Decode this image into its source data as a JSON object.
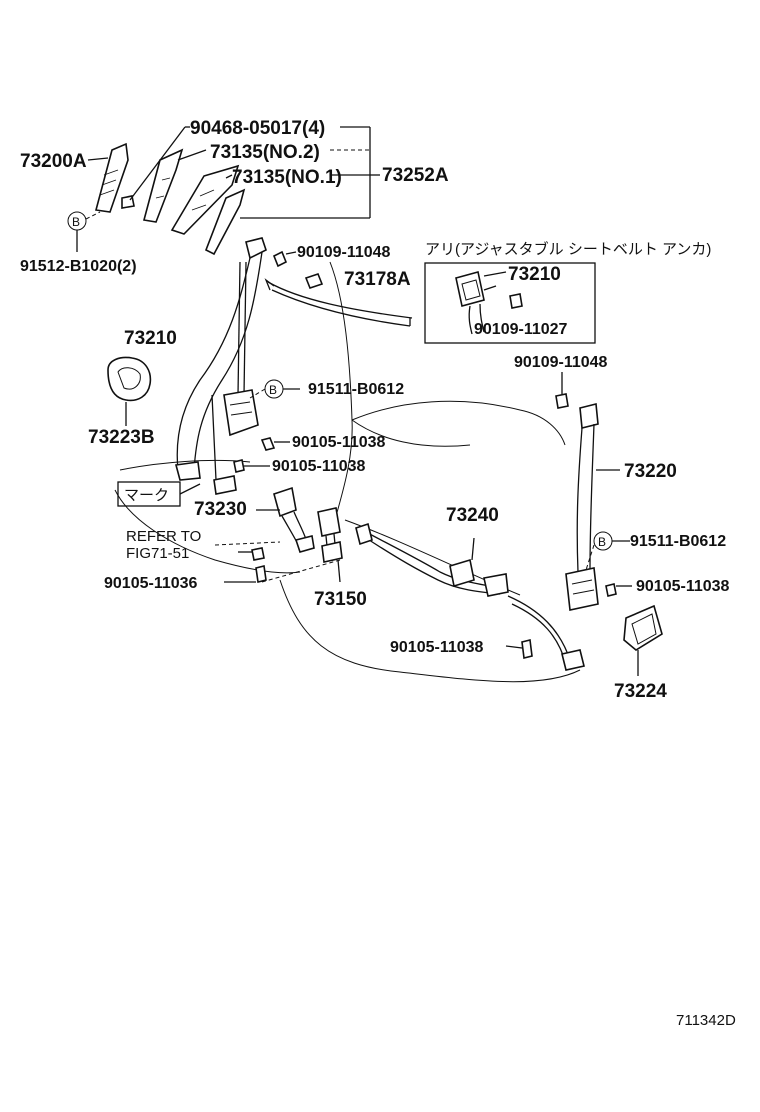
{
  "diagram": {
    "figure_code": "711342D",
    "labels": {
      "p90468_05017": "90468-05017(4)",
      "p73135_no2": "73135(NO.2)",
      "p73135_no1": "73135(NO.1)",
      "p73252A": "73252A",
      "p73200A": "73200A",
      "p91512_B1020": "91512-B1020(2)",
      "p90109_11048_top": "90109-11048",
      "p73178A": "73178A",
      "p73210_main": "73210",
      "p73223B": "73223B",
      "p91511_B0612_left": "91511-B0612",
      "p90105_11038_a": "90105-11038",
      "p90105_11038_b": "90105-11038",
      "p73230": "73230",
      "p90105_11036": "90105-11036",
      "p73150": "73150",
      "p73240": "73240",
      "p90105_11038_c": "90105-11038",
      "p73220": "73220",
      "p90109_11048_right": "90109-11048",
      "p91511_B0612_right": "91511-B0612",
      "p90105_11038_d": "90105-11038",
      "p73224": "73224",
      "p73210_inset": "73210",
      "p90109_11027": "90109-11027"
    },
    "notes": {
      "inset_title": "アリ(アジャスタブル シートベルト アンカ)",
      "mark": "マーク",
      "refer_line1": "REFER TO",
      "refer_line2": "FIG71-51"
    },
    "callout_letter": "B"
  }
}
